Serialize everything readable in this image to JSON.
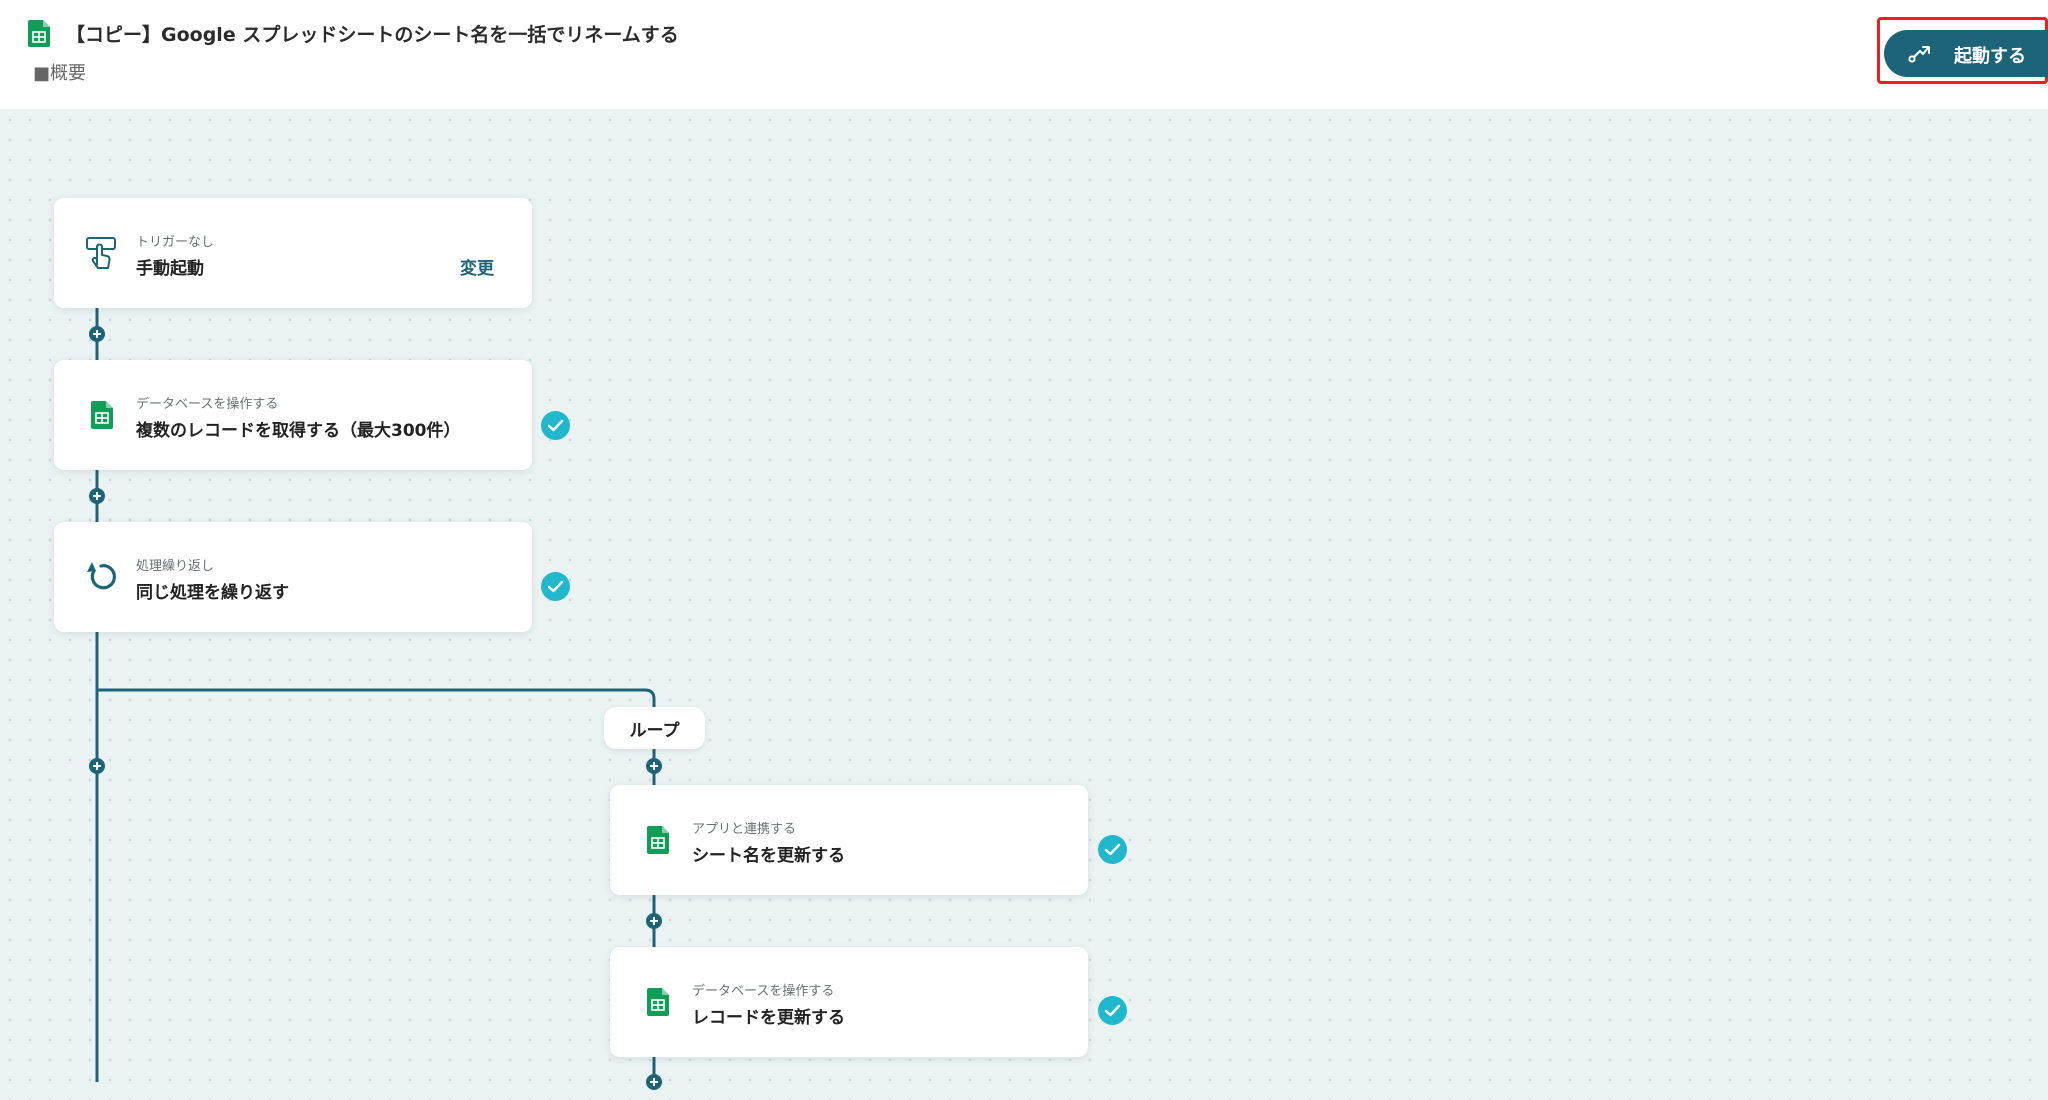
{
  "header": {
    "title": "【コピー】Google スプレッドシートのシート名を一括でリネームする",
    "overview": "■概要",
    "launch_button": "起動する"
  },
  "flow": {
    "steps": [
      {
        "sub": "トリガーなし",
        "main": "手動起動",
        "action": "変更",
        "icon": "hand-touch-icon",
        "checked": false
      },
      {
        "sub": "データベースを操作する",
        "main": "複数のレコードを取得する（最大300件）",
        "icon": "google-sheets-icon",
        "checked": true
      },
      {
        "sub": "処理繰り返し",
        "main": "同じ処理を繰り返す",
        "icon": "loop-arrow-icon",
        "checked": true
      },
      {
        "sub": "アプリと連携する",
        "main": "シート名を更新する",
        "icon": "google-sheets-icon",
        "checked": true
      },
      {
        "sub": "データベースを操作する",
        "main": "レコードを更新する",
        "icon": "google-sheets-icon",
        "checked": true
      }
    ],
    "loop_label": "ループ"
  },
  "colors": {
    "accent": "#1d6478",
    "check": "#21b8ce",
    "sheets_green": "#0f9d58",
    "highlight": "#e3231f",
    "canvas": "#eaf2f2"
  }
}
